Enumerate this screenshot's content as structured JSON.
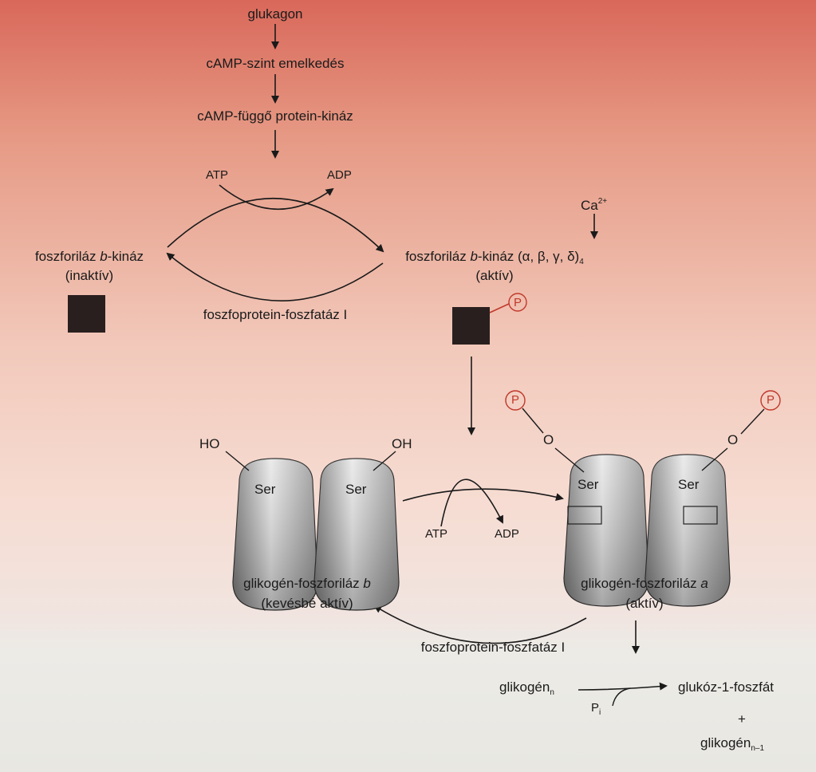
{
  "cascade": {
    "glucagon": "glukagon",
    "camp_rise": "cAMP-szint emelkedés",
    "pka": "cAMP-függő protein-kináz"
  },
  "atp_adp_top": {
    "atp": "ATP",
    "adp": "ADP"
  },
  "calcium": {
    "symbol": "Ca",
    "charge": "2+"
  },
  "kinase_inactive": {
    "name_pre": "foszforiláz ",
    "name_ital": "b",
    "name_post": "-kináz",
    "state": "(inaktív)"
  },
  "kinase_active": {
    "name_pre": "foszforiláz ",
    "name_ital": "b",
    "name_post": "-kináz (α, β, γ, δ)",
    "sub": "4",
    "state": "(aktív)"
  },
  "phosphatase_top": "foszfoprotein-foszfatáz I",
  "phosphate": "P",
  "hydroxyl_left": "HO",
  "hydroxyl_right": "OH",
  "oxygen": "O",
  "serine": "Ser",
  "atp_adp_mid": {
    "atp": "ATP",
    "adp": "ADP"
  },
  "phos_b": {
    "name_pre": "glikogén-foszforiláz ",
    "name_ital": "b",
    "state": "(kevésbé aktív)"
  },
  "phos_a": {
    "name_pre": "glikogén-foszforiláz ",
    "name_ital": "a",
    "state": "(aktív)"
  },
  "phosphatase_bottom": "foszfoprotein-foszfatáz I",
  "reaction": {
    "glycogen": "glikogén",
    "glycogen_sub": "n",
    "pi": "P",
    "pi_sub": "i",
    "product": "glukóz-1-foszfát",
    "plus": "+",
    "glycogen_rest": "glikogén",
    "glycogen_rest_sub": "n–1"
  },
  "colors": {
    "bg_top": "#d9685a",
    "bg_bottom": "#eeeeea",
    "phosphate": "#c0392b",
    "box": "#2a1f1f"
  }
}
